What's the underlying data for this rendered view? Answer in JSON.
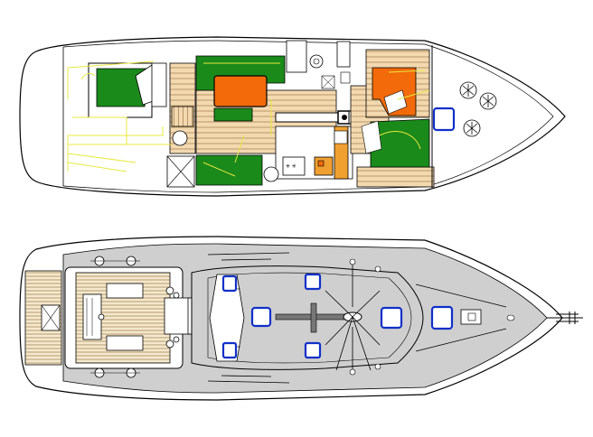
{
  "drawing": {
    "views": [
      {
        "id": "interior-layout",
        "kind": "accommodation plan (top view)"
      },
      {
        "id": "deck-layout",
        "kind": "deck plan (top view)"
      }
    ],
    "colors": {
      "outline": "#000000",
      "cushion_green": "#1a8a1a",
      "cushion_orange": "#f26a0a",
      "sole_wood": "#f3d9b0",
      "wood_lines": "#a07a4a",
      "lighting_yellow": "#e8e840",
      "deck_grey": "#cfcfcf",
      "hatch_blue": "#1030c8",
      "galley_orange": "#f0a030"
    }
  }
}
